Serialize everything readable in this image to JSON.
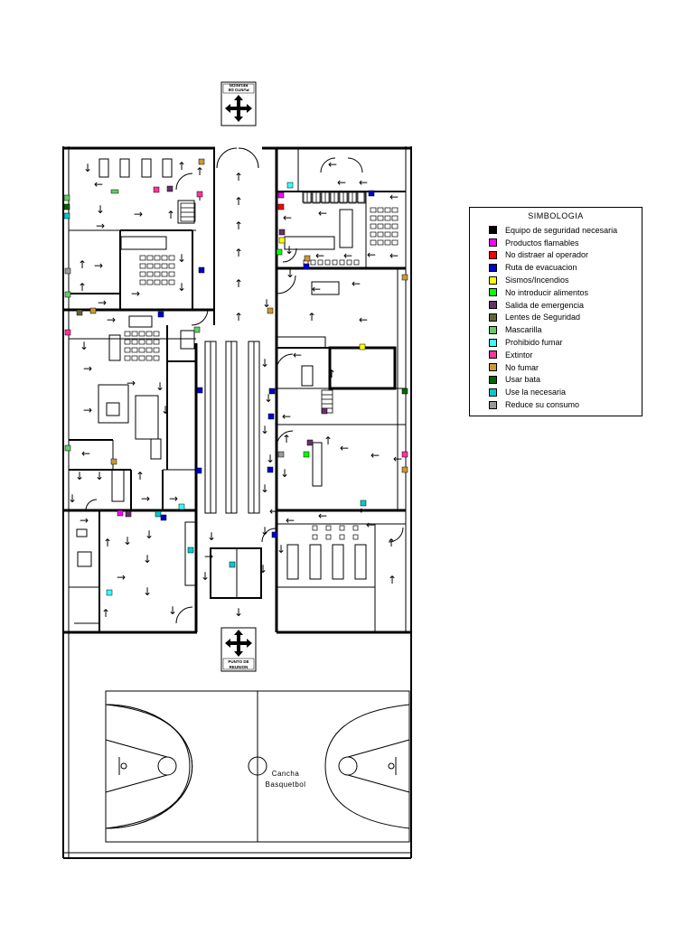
{
  "legend": {
    "title": "SIMBOLOGIA",
    "items": [
      {
        "label": "Equipo de seguridad necesaria",
        "color": "#000000"
      },
      {
        "label": "Productos flamables",
        "color": "#ff00ff"
      },
      {
        "label": "No distraer al operador",
        "color": "#ff0000"
      },
      {
        "label": "Ruta de evacuacion",
        "color": "#0000cc"
      },
      {
        "label": "Sismos/Incendios",
        "color": "#ffff00"
      },
      {
        "label": "No introducir alimentos",
        "color": "#00ff00"
      },
      {
        "label": "Salida de emergencia",
        "color": "#663366"
      },
      {
        "label": "Lentes de Seguridad",
        "color": "#666633"
      },
      {
        "label": "Mascarilla",
        "color": "#66cc66"
      },
      {
        "label": "Prohibido fumar",
        "color": "#33ffff"
      },
      {
        "label": "Extintor",
        "color": "#ff3399"
      },
      {
        "label": "No fumar",
        "color": "#cc9933"
      },
      {
        "label": "Usar bata",
        "color": "#006600"
      },
      {
        "label": "Use la necesaria",
        "color": "#00cccc"
      },
      {
        "label": "Reduce su consumo",
        "color": "#999999"
      }
    ]
  },
  "meeting_point": {
    "line1": "PUNTO DE",
    "line2": "REUNION"
  },
  "court": {
    "line1": "Cancha",
    "line2": "Basquetbol"
  }
}
